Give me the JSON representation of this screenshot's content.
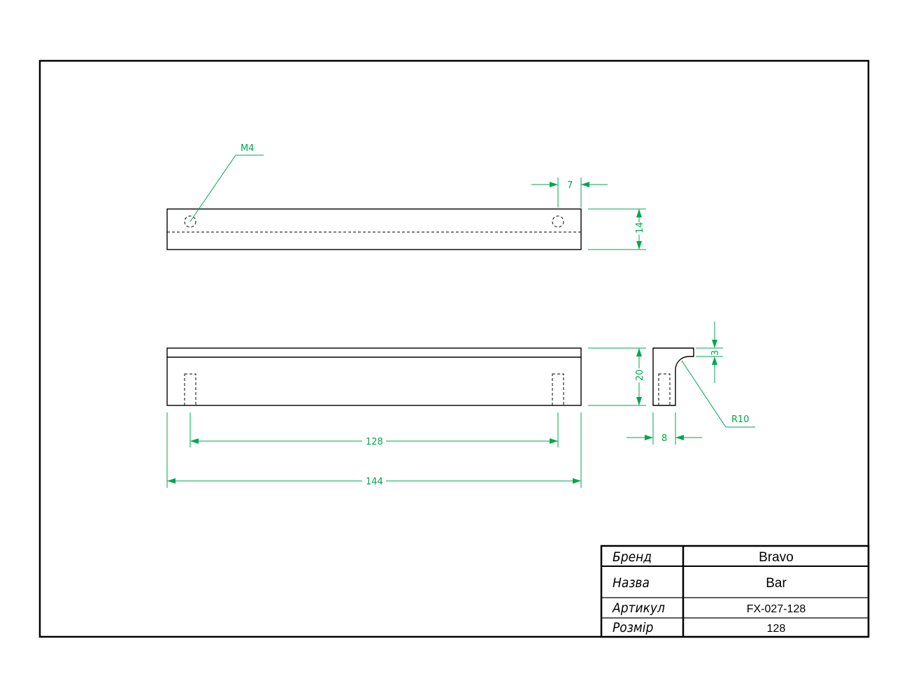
{
  "callouts": {
    "thread": "M4",
    "radius": "R10"
  },
  "dimensions": {
    "hole_offset": "7",
    "top_height": "14",
    "front_height": "20",
    "lip": "3",
    "side_width": "8",
    "hole_spacing": "128",
    "overall_length": "144"
  },
  "title_block": {
    "rows": [
      {
        "label": "Бренд",
        "value": "Bravo"
      },
      {
        "label": "Назва",
        "value": "Bar"
      },
      {
        "label": "Артикул",
        "value": "FX-027-128"
      },
      {
        "label": "Розмір",
        "value": "128"
      }
    ]
  },
  "colors": {
    "dimension": "#00a651",
    "outline": "#000000"
  }
}
